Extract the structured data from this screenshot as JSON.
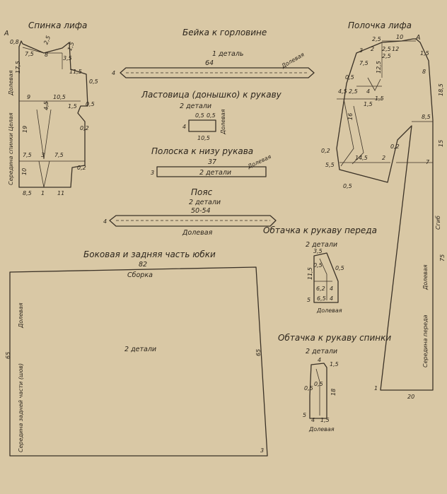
{
  "titles": {
    "back_bodice": "Спинка лифа",
    "neck_binding": "Бейка к горловине",
    "gusset": "Ластовица (донышко) к рукаву",
    "sleeve_strip": "Полоска к низу рукава",
    "belt": "Пояс",
    "skirt": "Боковая и задняя часть юбки",
    "front_facing": "Обтачка к рукаву переда",
    "back_facing": "Обтачка к рукаву спинки",
    "front_bodice": "Полочка лифа"
  },
  "back": {
    "point_a": "A",
    "m_08": "0,8",
    "m_25": "2,5",
    "m_75a": "7,5",
    "m_8": "8",
    "m_35": "3,5",
    "m_15": "1,5",
    "m_175": "17,5",
    "m_115": "11,5",
    "m_05": "0,5",
    "m_9": "9",
    "m_105": "10,5",
    "m_45": "4,5",
    "m_15b": "1,5",
    "m_05b": "0,5",
    "m_19": "19",
    "m_02a": "0,2",
    "m_75b": "7,5",
    "m_3": "3",
    "m_75c": "7,5",
    "m_02b": "0,2",
    "m_10": "10",
    "m_85": "8,5",
    "m_1": "1",
    "m_11": "11",
    "grain": "Долевая",
    "fold_note": "Середина спинки  Целая"
  },
  "binding": {
    "count": "1 деталь",
    "length": "64",
    "width": "4",
    "grain": "Долевая"
  },
  "gusset": {
    "count": "2 детали",
    "h": "4",
    "a": "0,5",
    "b": "0,5",
    "len": "10,5",
    "grain": "Долевая"
  },
  "strip": {
    "length": "37",
    "width": "3",
    "count": "2 детали",
    "grain": "Долевая"
  },
  "belt": {
    "count": "2 детали",
    "length": "50-54",
    "width": "4",
    "grain": "Долевая"
  },
  "skirt": {
    "top": "82",
    "gather": "Сборка",
    "count": "2 детали",
    "left_h": "65",
    "right_h": "65",
    "corner": "3",
    "grain": "Долевая",
    "centre": "Середина задней части (шов)"
  },
  "front_facing": {
    "count": "2 детали",
    "a": "3,5",
    "b": "0,5",
    "c": "11,5",
    "d": "0,5",
    "e": "6,2",
    "f": "4",
    "g": "6,5",
    "h": "5",
    "i": "4",
    "grain": "Долевая"
  },
  "back_facing": {
    "count": "2 детали",
    "a": "4",
    "b": "1,5",
    "c": "0,5",
    "d": "0,5",
    "e": "18",
    "f": "5",
    "g": "4",
    "h": "1,5",
    "grain": "Долевая"
  },
  "front": {
    "point_a": "A",
    "m_25a": "2,5",
    "m_10": "10",
    "m_2": "2",
    "m_25b": "2,5",
    "m_12": "12",
    "m_3": "3",
    "m_25c": "2,5",
    "m_75": "7,5",
    "m_15a": "1,5",
    "m_8": "8",
    "m_125": "12,5",
    "m_05a": "0,5",
    "m_45": "4,5",
    "m_25d": "2,5",
    "m_4": "4",
    "m_15b": "1,5",
    "m_15c": "1,5",
    "m_185": "18,5",
    "m_16": "16",
    "m_85": "8,5",
    "m_15d": "15",
    "m_02a": "0,2",
    "m_145": "14,5",
    "m_2b": "2",
    "m_02b": "0,2",
    "m_55": "5,5",
    "m_7": "7",
    "m_05b": "0,5",
    "m_75b": "75",
    "m_20": "20",
    "m_1": "1",
    "fold": "Сгиб",
    "grain": "Долевая",
    "centre": "Середина переда"
  }
}
